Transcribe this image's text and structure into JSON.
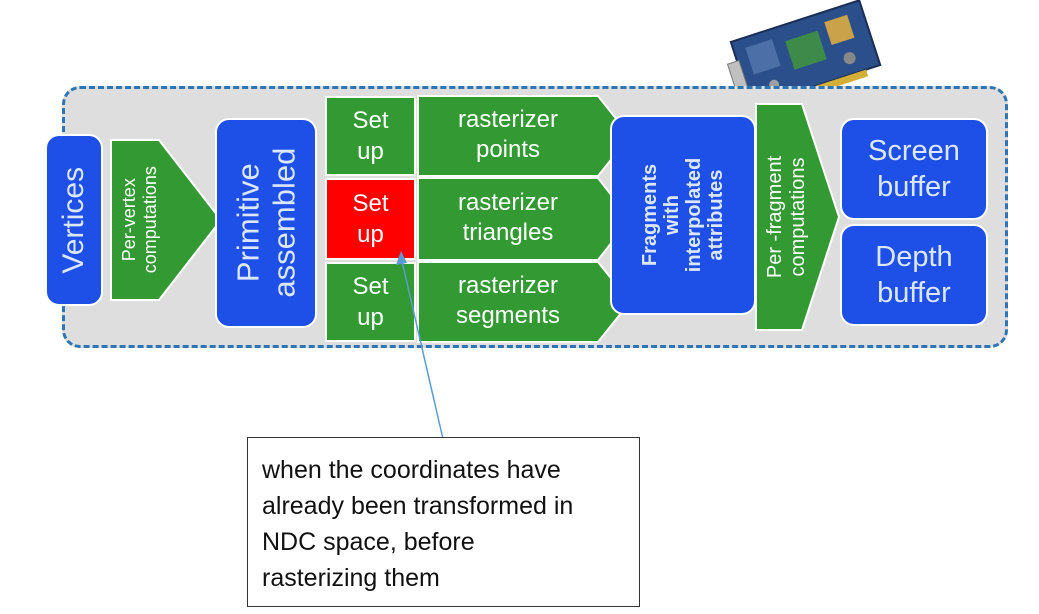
{
  "diagram": {
    "vertices": "Vertices",
    "per_vertex": [
      "Per-vertex",
      "computations"
    ],
    "primitive": [
      "Primitive",
      "assembled"
    ],
    "setup_points": [
      "Set",
      "up"
    ],
    "setup_triangles": [
      "Set",
      "up"
    ],
    "setup_segments": [
      "Set",
      "up"
    ],
    "raster_points": [
      "rasterizer",
      "points"
    ],
    "raster_triangles": [
      "rasterizer",
      "triangles"
    ],
    "raster_segments": [
      "rasterizer",
      "segments"
    ],
    "fragments": [
      "Fragments",
      "with",
      "interpolated",
      "attributes"
    ],
    "per_fragment": [
      "Per -fragment",
      "computations"
    ],
    "screen_buffer": [
      "Screen",
      "buffer"
    ],
    "depth_buffer": [
      "Depth",
      "buffer"
    ]
  },
  "callout": {
    "lines": [
      "when the coordinates have",
      "already been transformed in",
      "NDC space, before",
      "rasterizing them"
    ]
  },
  "colors": {
    "blue": "#1e4fe6",
    "green": "#339933",
    "highlight": "#ff0000",
    "dashed_border": "#2e75b6"
  },
  "icons": {
    "gpu_card": "graphics-card-icon"
  }
}
